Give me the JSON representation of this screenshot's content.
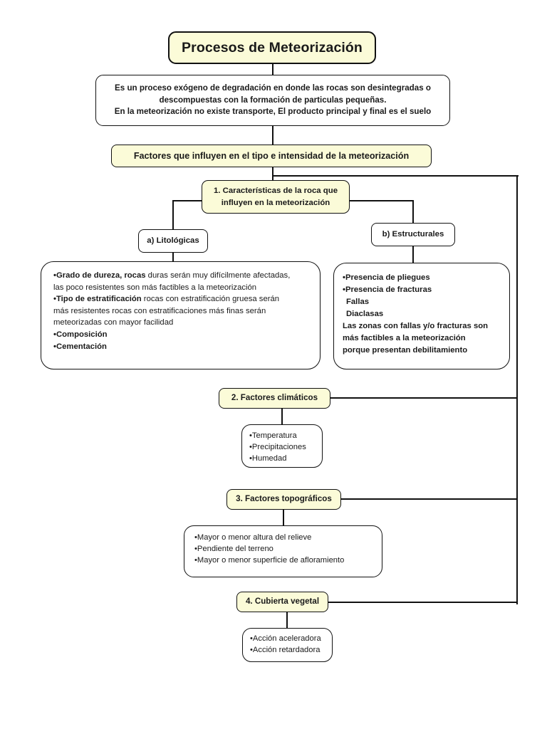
{
  "title": "Procesos de Meteorización",
  "definition": {
    "line1": "Es un proceso exógeno de degradación en donde las rocas son desintegradas o",
    "line2": "descompuestas con la formación de particulas pequeñas.",
    "line3": "En la meteorización no existe transporte, El producto principal y final es el suelo"
  },
  "factors_header": "Factores que influyen en el tipo e intensidad de la meteorización",
  "section1": {
    "label_line1": "1. Características de la roca que",
    "label_line2": "influyen en la meteorización",
    "branch_a": {
      "label": "a) Litológicas",
      "items": [
        {
          "bullet": "•",
          "bold": "Grado de dureza, rocas",
          "rest": " duras serán muy difícilmente afectadas,"
        },
        {
          "bullet": "",
          "bold": "",
          "rest": "las poco resistentes son más factibles a la meteorización"
        },
        {
          "bullet": "•",
          "bold": "Tipo de estratificación",
          "rest": " rocas con estratificación gruesa serán"
        },
        {
          "bullet": "",
          "bold": "más resistentes rocas con estratificaciones más finas serán",
          "rest": ""
        },
        {
          "bullet": "",
          "bold": "meteorizadas con mayor facilidad",
          "rest": ""
        },
        {
          "bullet": "•",
          "bold": "Composición",
          "rest": ""
        },
        {
          "bullet": "•",
          "bold": "Cementación",
          "rest": ""
        }
      ]
    },
    "branch_b": {
      "label": "b) Estructurales",
      "items": [
        "•Presencia de pliegues",
        "•Presencia de fracturas",
        " Fallas",
        " Diaclasas",
        "Las zonas con fallas y/o fracturas son",
        "más factibles a la meteorización",
        "porque presentan debilitamiento"
      ]
    }
  },
  "section2": {
    "label": "2. Factores climáticos",
    "items": [
      "•Temperatura",
      "•Precipitaciones",
      "•Humedad"
    ]
  },
  "section3": {
    "label": "3. Factores topográficos",
    "items": [
      "•Mayor o menor altura del relieve",
      "•Pendiente del terreno",
      "•Mayor o menor superficie de afloramiento"
    ]
  },
  "section4": {
    "label": "4. Cubierta vegetal",
    "items": [
      "•Acción aceleradora",
      "•Acción retardadora"
    ]
  },
  "colors": {
    "node_fill_yellow": "#fbfbd8",
    "node_fill_white": "#ffffff",
    "border": "#111111",
    "text": "#1a1a1a",
    "background": "#ffffff"
  }
}
